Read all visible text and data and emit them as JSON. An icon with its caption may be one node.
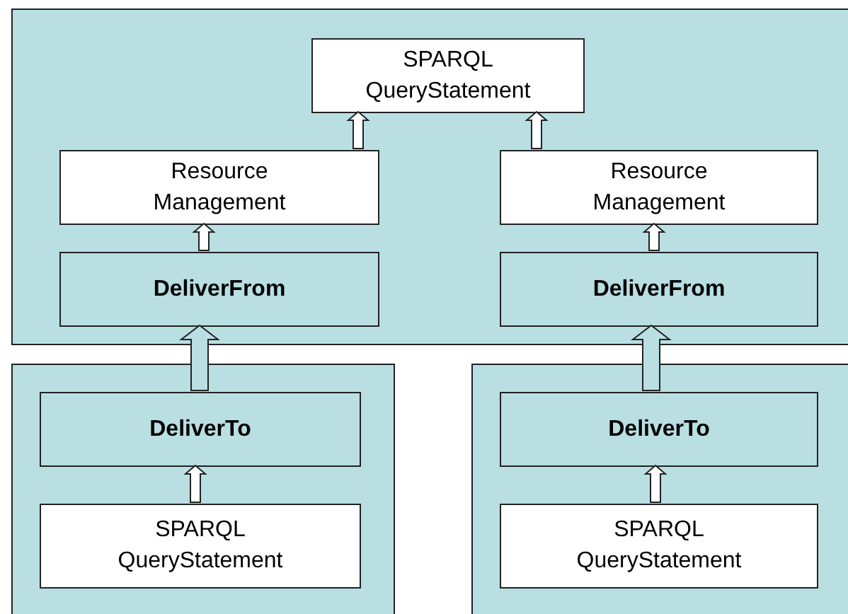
{
  "diagram": {
    "nodes": [
      {
        "text": [],
        "shape": "box"
      },
      {
        "text": [
          "SPARQL QueryStatement"
        ],
        "in": 0
      },
      {
        "text": [
          "Resource Management"
        ],
        "in": 0
      },
      {
        "text": [
          "Resource Management"
        ],
        "in": 0
      },
      {
        "text": [
          "DeliverFrom"
        ],
        "in": 0
      },
      {
        "text": [
          "DeliverFrom"
        ],
        "in": 0
      },
      {
        "text": [],
        "shape": "box"
      },
      {
        "text": [
          "DeliverTo"
        ],
        "in": 6
      },
      {
        "text": [
          "SPARQL QueryStatement"
        ],
        "in": 6
      },
      {
        "text": [],
        "shape": "box"
      },
      {
        "text": [
          "DeliverTo"
        ],
        "in": 9
      },
      {
        "text": [
          "SPARQL QueryStatement"
        ],
        "in": 9
      }
    ],
    "edges": [
      {
        "from": 2,
        "to": 1,
        "arrow": "to"
      },
      {
        "from": 3,
        "to": 1,
        "arrow": "to"
      },
      {
        "from": 4,
        "to": 2,
        "arrow": "to"
      },
      {
        "from": 5,
        "to": 3,
        "arrow": "to"
      },
      {
        "from": 7,
        "to": 4,
        "arrow": "to",
        "style": "thick",
        "color": "#b9dfe3"
      },
      {
        "from": 10,
        "to": 5,
        "arrow": "to",
        "style": "thick",
        "color": "#b9dfe3"
      },
      {
        "from": 8,
        "to": 7,
        "arrow": "to"
      },
      {
        "from": 11,
        "to": 10,
        "arrow": "to"
      }
    ]
  }
}
